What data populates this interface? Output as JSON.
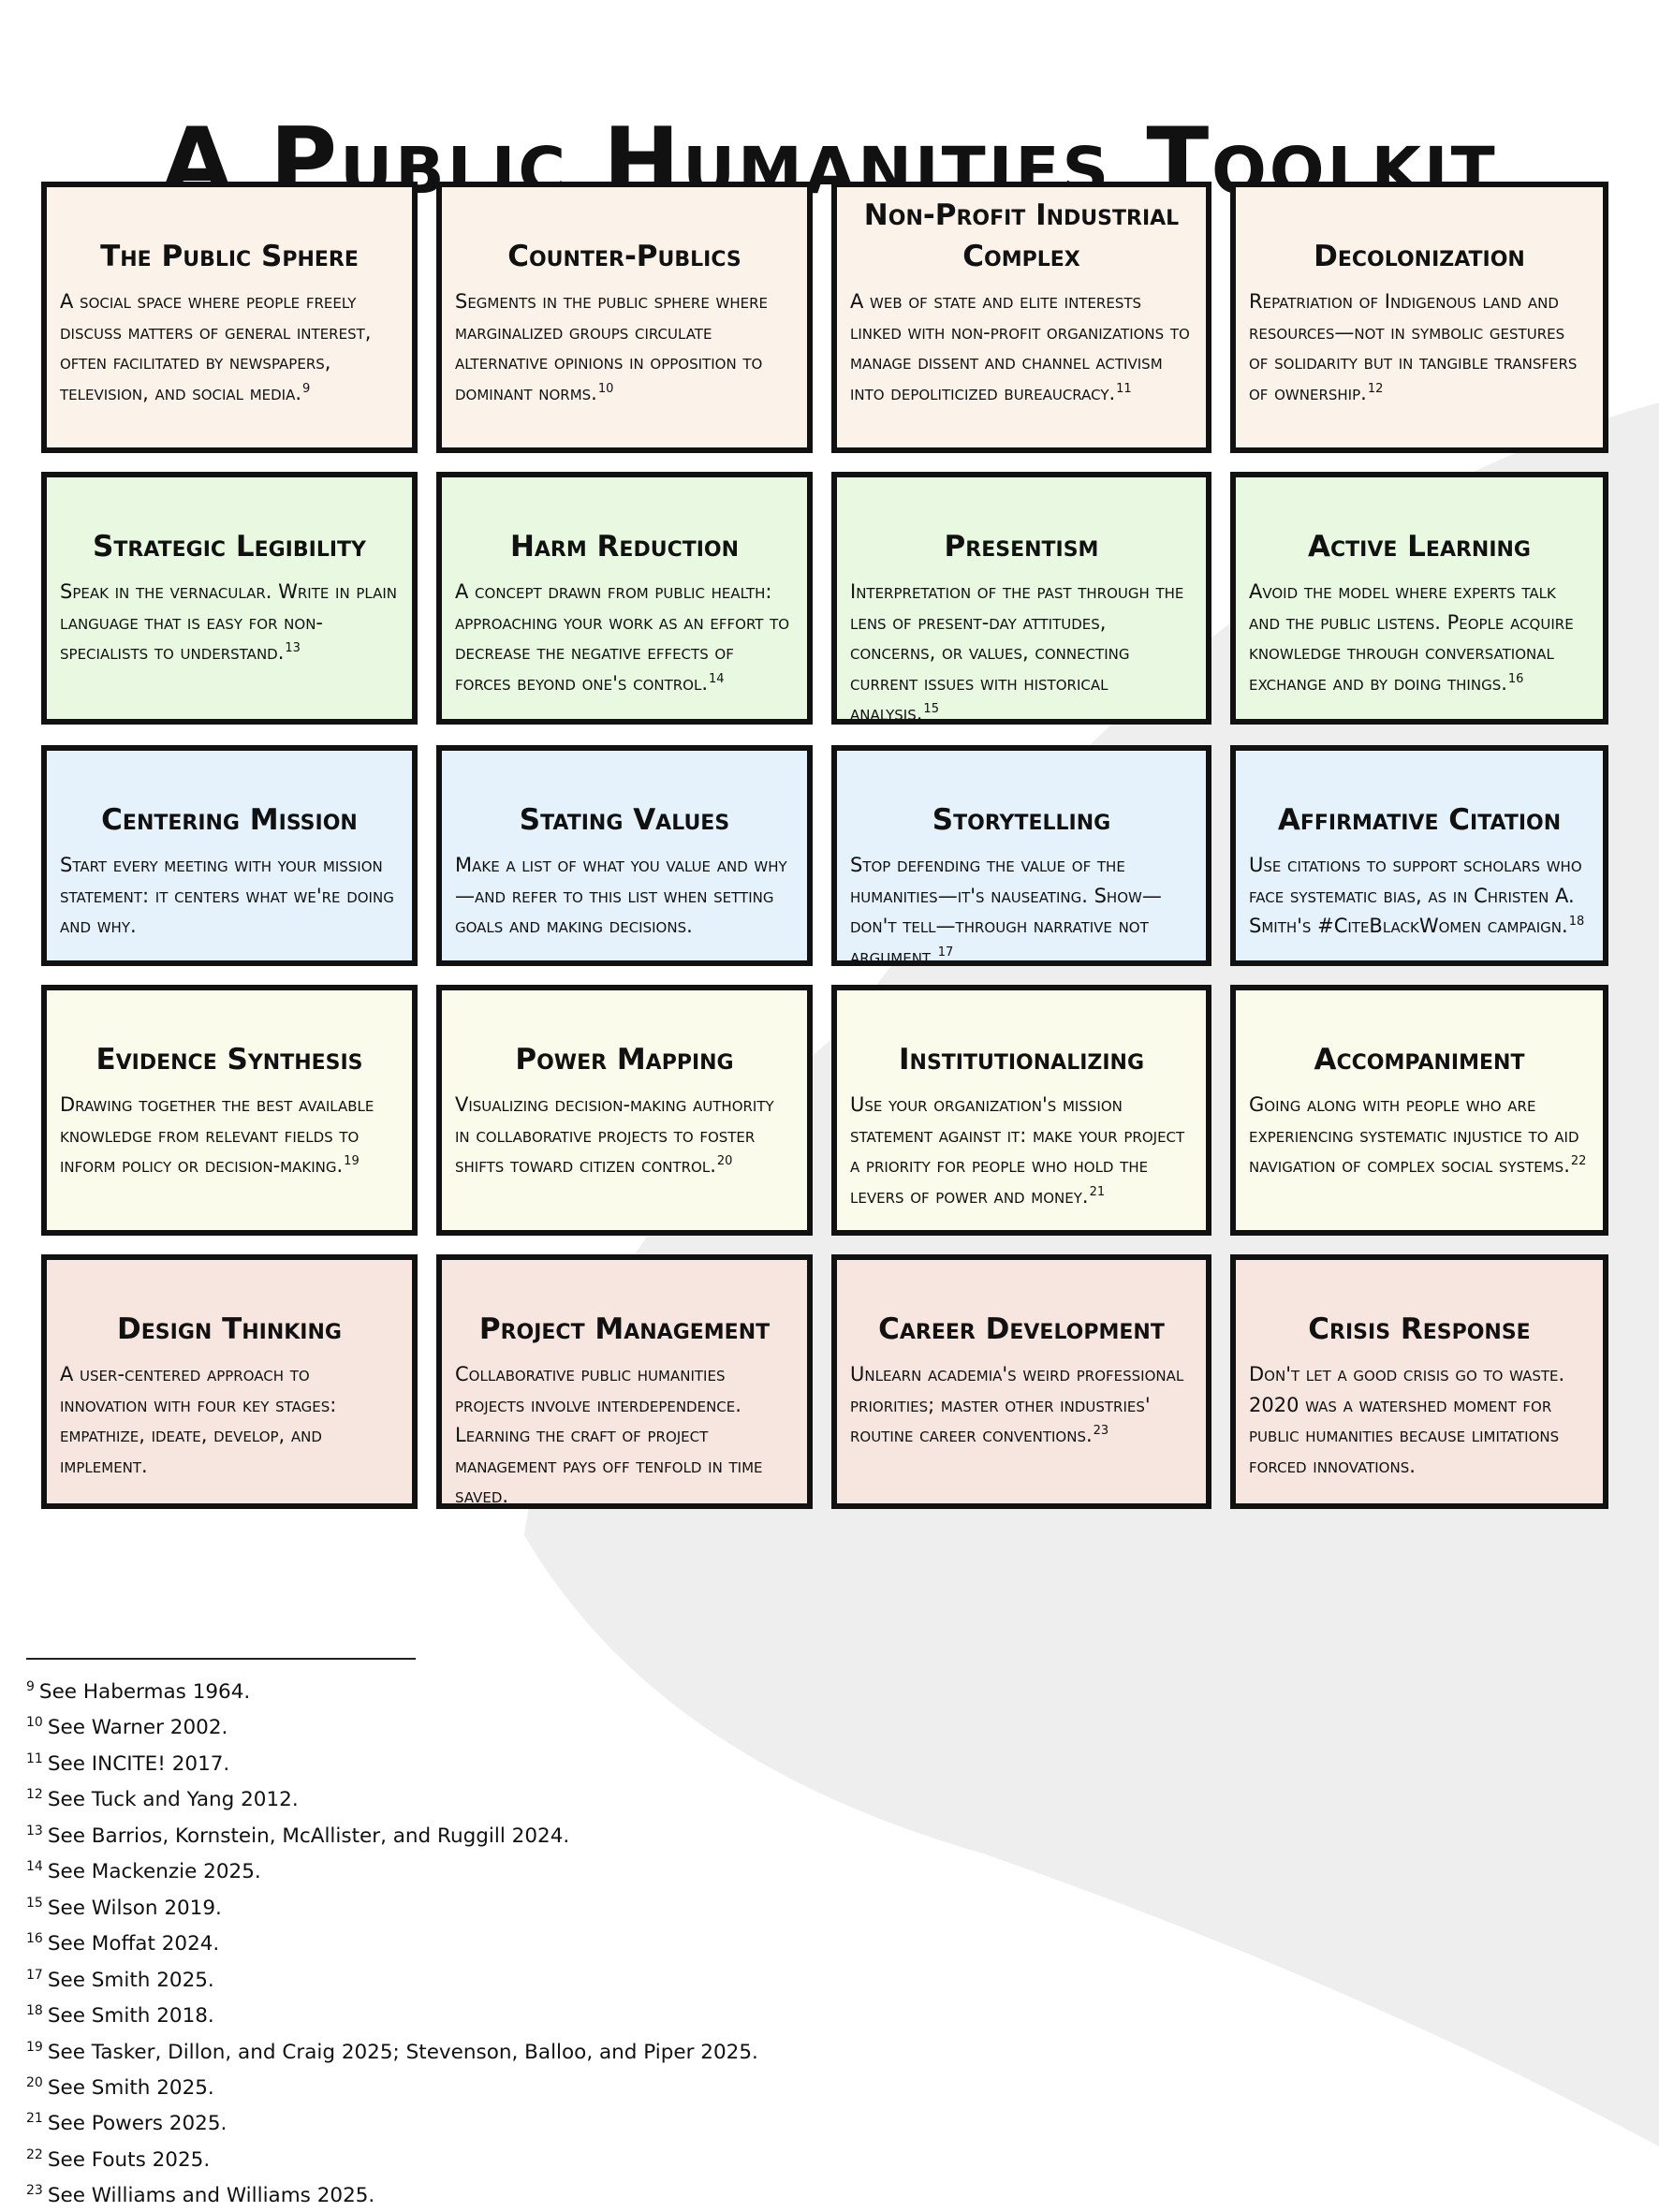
{
  "title": "A Public Humanities Toolkit",
  "colors": {
    "row1": "#fbf2ea",
    "row2": "#e9f8e1",
    "row3": "#e5f1fb",
    "row4": "#fafbea",
    "row5": "#f7e6e0",
    "border": "#111111",
    "swoosh": "#ececec"
  },
  "cards": [
    {
      "title": "The Public Sphere",
      "desc": "A social space where people freely discuss matters of general interest, often facilitated by newspapers, television, and social media.",
      "note": "9"
    },
    {
      "title": "Counter-Publics",
      "desc": "Segments in the public sphere where marginalized groups circulate alternative opinions in opposition to dominant norms.",
      "note": "10"
    },
    {
      "title": "Non-Profit Industrial Complex",
      "desc": "A web of state and elite interests linked with non-profit organizations to manage dissent and channel activism into depoliticized bureaucracy.",
      "note": "11"
    },
    {
      "title": "Decolonization",
      "desc": "Repatriation of Indigenous land and resources—not in symbolic gestures of solidarity but in tangible transfers of ownership.",
      "note": "12"
    },
    {
      "title": "Strategic Legibility",
      "desc": "Speak in the vernacular. Write in plain language that is easy for non-specialists to understand.",
      "note": "13"
    },
    {
      "title": "Harm Reduction",
      "desc": "A concept drawn from public health: approaching your work as an effort to decrease the negative effects of forces beyond one's control.",
      "note": "14"
    },
    {
      "title": "Presentism",
      "desc": "Interpretation of the past through the lens of present-day attitudes, concerns, or values, connecting current issues with historical analysis.",
      "note": "15"
    },
    {
      "title": "Active Learning",
      "desc": "Avoid the model where experts talk and the public listens. People acquire knowledge through conversational exchange and by doing things.",
      "note": "16"
    },
    {
      "title": "Centering Mission",
      "desc": "Start every meeting with your mission statement: it centers what we're doing and why.",
      "note": ""
    },
    {
      "title": "Stating Values",
      "desc": "Make a list of what you value and why—and refer to this list when setting goals and making decisions.",
      "note": ""
    },
    {
      "title": "Storytelling",
      "desc": "Stop defending the value of the humanities—it's nauseating. Show—don't tell—through narrative not argument.",
      "note": "17"
    },
    {
      "title": "Affirmative Citation",
      "desc": "Use citations to support scholars who face systematic bias, as in Christen A. Smith's #CiteBlackWomen campaign.",
      "note": "18"
    },
    {
      "title": "Evidence Synthesis",
      "desc": "Drawing together the best available knowledge from relevant fields to inform policy or decision-making.",
      "note": "19"
    },
    {
      "title": "Power Mapping",
      "desc": "Visualizing decision-making authority in collaborative projects to foster shifts toward citizen control.",
      "note": "20"
    },
    {
      "title": "Institutionalizing",
      "desc": "Use your organization's mission statement against it: make your project a priority for people who hold the levers of power and money.",
      "note": "21"
    },
    {
      "title": "Accompaniment",
      "desc": "Going along with people who are experiencing systematic injustice to aid navigation of complex social systems.",
      "note": "22"
    },
    {
      "title": "Design Thinking",
      "desc": "A user-centered approach to innovation with four key stages: empathize, ideate, develop, and implement.",
      "note": ""
    },
    {
      "title": "Project Management",
      "desc": "Collaborative public humanities projects involve interdependence. Learning the craft of project management pays off tenfold in time saved.",
      "note": ""
    },
    {
      "title": "Career Development",
      "desc": "Unlearn academia's weird professional priorities; master other industries' routine career conventions.",
      "note": "23"
    },
    {
      "title": "Crisis Response",
      "desc": "Don't let a good crisis go to waste. 2020 was a watershed moment for public humanities because limitations forced innovations.",
      "note": ""
    }
  ],
  "footnotes": [
    {
      "num": "9",
      "text": "See Habermas 1964."
    },
    {
      "num": "10",
      "text": "See Warner 2002."
    },
    {
      "num": "11",
      "text": "See INCITE! 2017."
    },
    {
      "num": "12",
      "text": "See Tuck and Yang 2012."
    },
    {
      "num": "13",
      "text": "See Barrios, Kornstein, McAllister, and Ruggill 2024."
    },
    {
      "num": "14",
      "text": "See Mackenzie 2025."
    },
    {
      "num": "15",
      "text": "See Wilson 2019."
    },
    {
      "num": "16",
      "text": "See Moffat 2024."
    },
    {
      "num": "17",
      "text": "See Smith 2025."
    },
    {
      "num": "18",
      "text": "See Smith 2018."
    },
    {
      "num": "19",
      "text": "See Tasker, Dillon, and Craig 2025; Stevenson, Balloo, and Piper 2025."
    },
    {
      "num": "20",
      "text": "See Smith 2025."
    },
    {
      "num": "21",
      "text": "See Powers 2025."
    },
    {
      "num": "22",
      "text": "See Fouts 2025."
    },
    {
      "num": "23",
      "text": "See Williams and Williams 2025."
    }
  ]
}
